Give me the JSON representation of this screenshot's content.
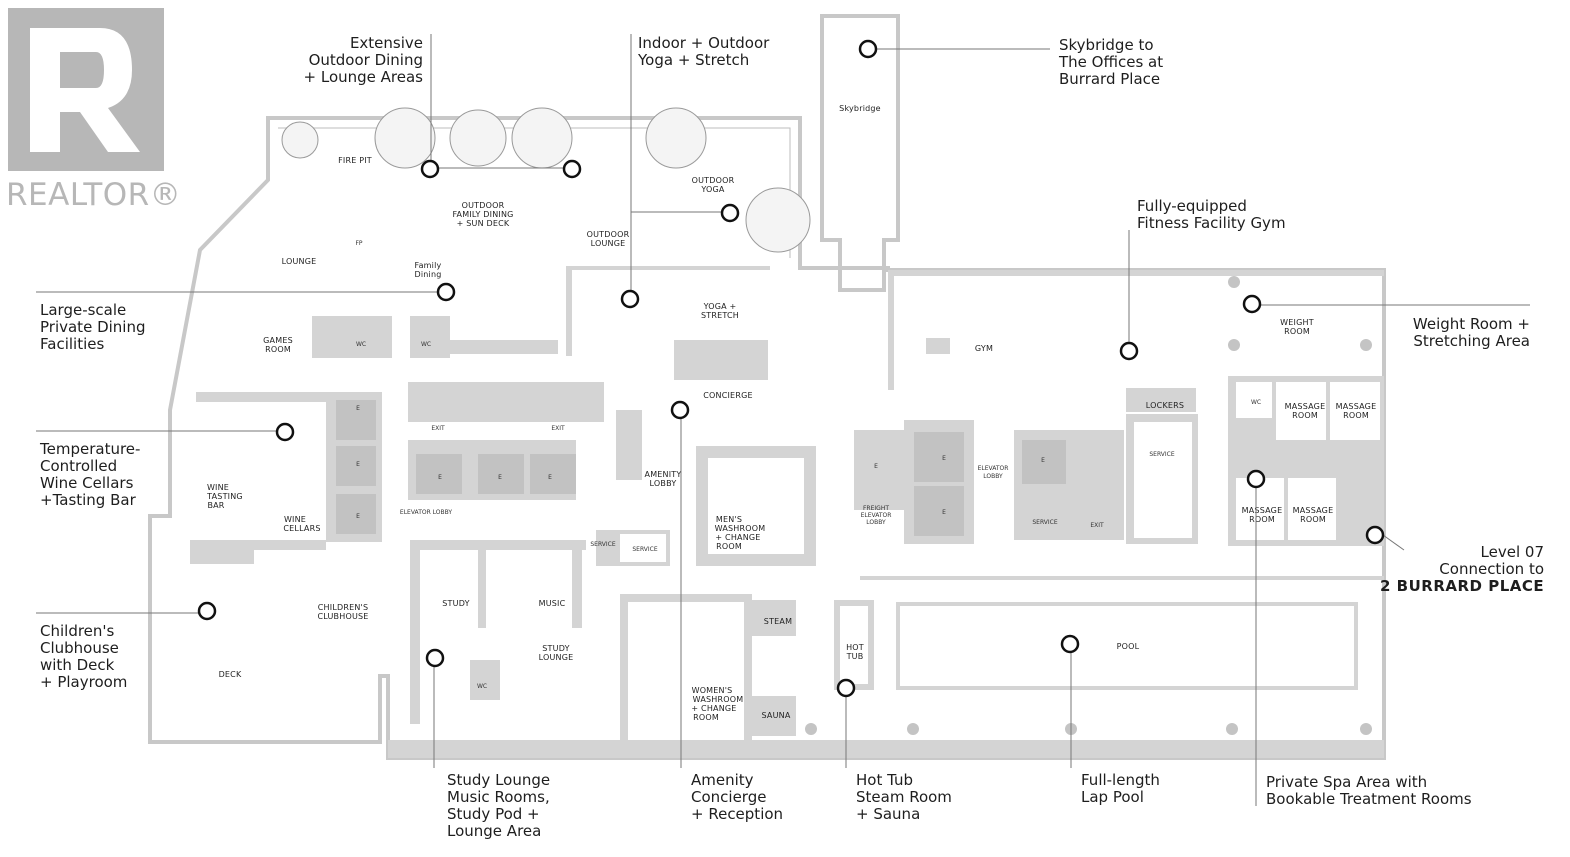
{
  "logo": {
    "text": "REALTOR®",
    "color": "#b7b7b7"
  },
  "rooms": {
    "fire_pit": "FIRE PIT",
    "outdoor_family_dining": [
      "OUTDOOR",
      "FAMILY DINING",
      "+ SUN DECK"
    ],
    "outdoor_lounge": [
      "OUTDOOR",
      "LOUNGE"
    ],
    "outdoor_yoga": [
      "OUTDOOR",
      "YOGA"
    ],
    "skybridge": "Skybridge",
    "lounge": "LOUNGE",
    "family_dining": [
      "Family",
      "Dining"
    ],
    "fp": "FP",
    "yoga_stretch": [
      "YOGA +",
      "STRETCH"
    ],
    "games_room": [
      "GAMES",
      "ROOM"
    ],
    "wc": "WC",
    "concierge": "CONCIERGE",
    "gym": "GYM",
    "weight_room": [
      "WEIGHT",
      "ROOM"
    ],
    "lockers": "LOCKERS",
    "massage_room": [
      "MASSAGE",
      "ROOM"
    ],
    "exit": "EXIT",
    "elevator_lobby": "ELEVATOR LOBBY",
    "amenity_lobby": [
      "AMENITY",
      "LOBBY"
    ],
    "service": "SERVICE",
    "e": "E",
    "elevator_lobby_2": [
      "ELEVATOR",
      "LOBBY"
    ],
    "freight_elevator_lobby": [
      "FREIGHT",
      "ELEVATOR",
      "LOBBY"
    ],
    "mens_washroom": [
      "MEN'S",
      "WASHROOM",
      "+ CHANGE",
      "ROOM"
    ],
    "wine_tasting_bar": [
      "WINE",
      "TASTING",
      "BAR"
    ],
    "wine_cellars": [
      "WINE",
      "CELLARS"
    ],
    "study": "STUDY",
    "music": "MUSIC",
    "childrens_clubhouse": [
      "CHILDREN'S",
      "CLUBHOUSE"
    ],
    "deck": "DECK",
    "study_lounge": [
      "STUDY",
      "LOUNGE"
    ],
    "steam": "STEAM",
    "sauna": "SAUNA",
    "womens_washroom": [
      "WOMEN'S",
      "WASHROOM",
      "+ CHANGE",
      "ROOM"
    ],
    "hot_tub": [
      "HOT",
      "TUB"
    ],
    "pool": "POOL"
  },
  "callouts": {
    "outdoor_dining": [
      "Extensive",
      "Outdoor Dining",
      "+ Lounge Areas"
    ],
    "yoga": [
      "Indoor + Outdoor",
      "Yoga + Stretch"
    ],
    "skybridge": [
      "Skybridge to",
      "The Offices at",
      "Burrard Place"
    ],
    "fitness": [
      "Fully-equipped",
      "Fitness Facility Gym"
    ],
    "private_dining": [
      "Large-scale",
      "Private Dining",
      "Facilities"
    ],
    "weight_room": [
      "Weight Room +",
      "Stretching Area"
    ],
    "wine": [
      "Temperature-",
      "Controlled",
      "Wine Cellars",
      "+Tasting Bar"
    ],
    "level07": [
      "Level 07",
      "Connection to",
      "2 BURRARD PLACE"
    ],
    "childrens": [
      "Children's",
      "Clubhouse",
      "with Deck",
      "+ Playroom"
    ],
    "study": [
      "Study Lounge",
      "Music Rooms,",
      "Study Pod +",
      "Lounge Area"
    ],
    "concierge": [
      "Amenity",
      "Concierge",
      "+ Reception"
    ],
    "hot_tub": [
      "Hot Tub",
      "Steam Room",
      "+ Sauna"
    ],
    "pool": [
      "Full-length",
      "Lap Pool"
    ],
    "spa": [
      "Private Spa Area with",
      "Bookable Treatment Rooms"
    ]
  }
}
